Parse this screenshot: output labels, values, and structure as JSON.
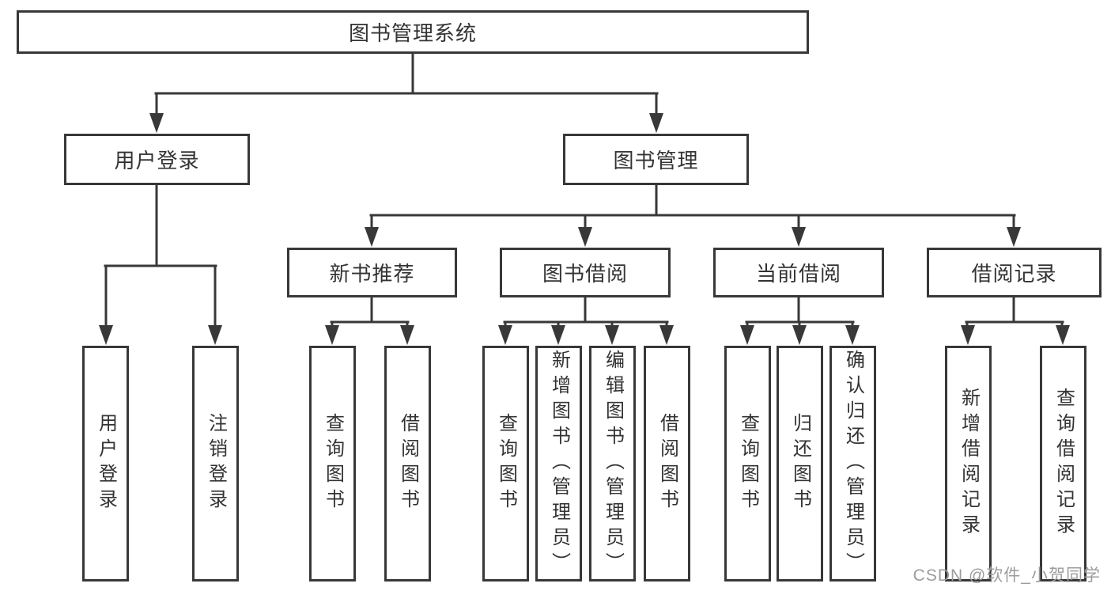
{
  "diagram_title": "图书管理系统",
  "colors": {
    "line": "#383838",
    "text": "#333333",
    "background": "#ffffff",
    "watermark": "#9c9c9c"
  },
  "tree": {
    "label": "图书管理系统",
    "children": [
      {
        "label": "用户登录",
        "children": [
          {
            "label": "用户登录"
          },
          {
            "label": "注销登录"
          }
        ]
      },
      {
        "label": "图书管理",
        "children": [
          {
            "label": "新书推荐",
            "children": [
              {
                "label": "查询图书"
              },
              {
                "label": "借阅图书"
              }
            ]
          },
          {
            "label": "图书借阅",
            "children": [
              {
                "label": "查询图书"
              },
              {
                "label": "新增图书（管理员）"
              },
              {
                "label": "编辑图书（管理员）"
              },
              {
                "label": "借阅图书"
              }
            ]
          },
          {
            "label": "当前借阅",
            "children": [
              {
                "label": "查询图书"
              },
              {
                "label": "归还图书"
              },
              {
                "label": "确认归还（管理员）"
              }
            ]
          },
          {
            "label": "借阅记录",
            "children": [
              {
                "label": "新增借阅记录"
              },
              {
                "label": "查询借阅记录"
              }
            ]
          }
        ]
      }
    ]
  },
  "watermark": {
    "text": "CSDN @软件_小贺同学"
  }
}
